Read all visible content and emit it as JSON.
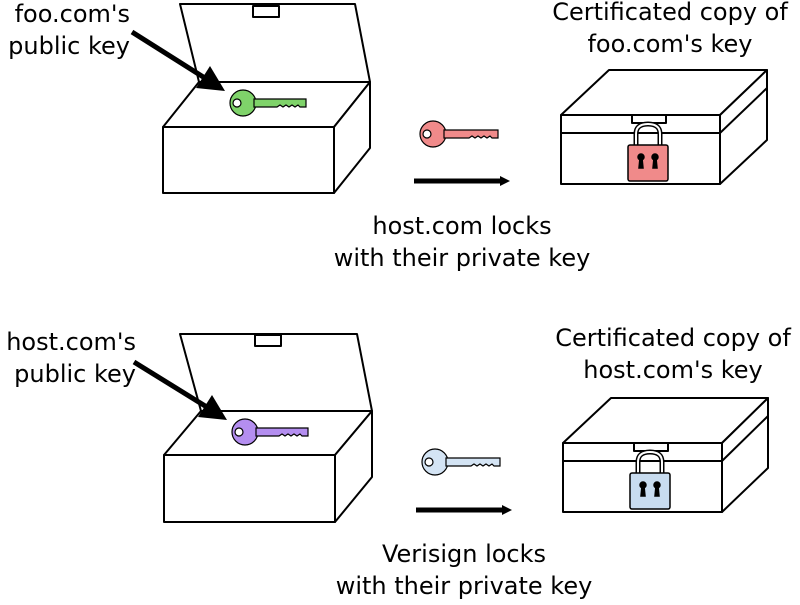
{
  "panels": [
    {
      "owner_label": [
        "foo.com's",
        "public key"
      ],
      "locked_key_color": "#7fd36a",
      "signing_key_color": "#f08a8a",
      "lock_color": "#f08a8a",
      "certificate_label": [
        "Certificated copy of",
        "foo.com's key"
      ],
      "action_label": [
        "host.com locks",
        "with their private key"
      ]
    },
    {
      "owner_label": [
        "host.com's",
        "public key"
      ],
      "locked_key_color": "#b48ef0",
      "signing_key_color": "#d4e4f4",
      "lock_color": "#c8dcf0",
      "certificate_label": [
        "Certificated copy of",
        "host.com's key"
      ],
      "action_label": [
        "Verisign locks",
        "with their private key"
      ]
    }
  ]
}
